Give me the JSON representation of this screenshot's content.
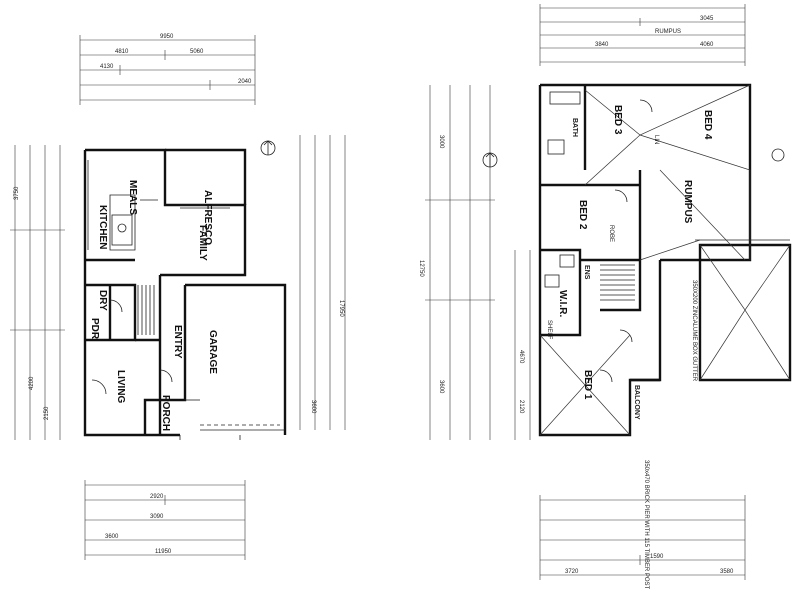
{
  "ground_floor": {
    "rooms": {
      "alfresco": "ALFRESCO",
      "meals": "MEALS",
      "kitchen": "KITCHEN",
      "family": "FAMILY",
      "dry": "DRY",
      "pdr": "PDR",
      "entry": "ENTRY",
      "garage": "GARAGE",
      "living": "LIVING",
      "porch": "PORCH"
    },
    "dimensions": {
      "top_overall": "9950",
      "top_a": "4810",
      "top_b": "5060",
      "top_c": "4130",
      "top_d": "2040",
      "bottom_overall": "11950",
      "bottom_a": "3600",
      "bottom_b": "2920",
      "bottom_c": "3090",
      "left_a": "3750",
      "left_b": "4200",
      "left_c": "2150",
      "right_a": "17950",
      "right_b": "3600"
    }
  },
  "first_floor": {
    "rooms": {
      "bed3": "BED 3",
      "bath": "BATH",
      "bed4": "BED 4",
      "bed2": "BED 2",
      "rumpus": "RUMPUS",
      "wir": "W.I.R.",
      "ens": "ENS",
      "bed1": "BED 1",
      "balcony": "BALCONY",
      "robe": "ROBE",
      "lin": "LIN",
      "shelf": "SHELF"
    },
    "dimensions": {
      "top_overall": "4060",
      "top_a": "3045",
      "top_b": "3840",
      "top_c": "RUMPUS",
      "bottom_overall": "3720",
      "bottom_a": "3580",
      "bottom_b": "1590",
      "left_a": "3000",
      "left_b": "3600",
      "left_c": "12750",
      "right_a": "4670",
      "right_b": "2120"
    },
    "note": "350X200 ZINCALUME BOX GUTTER",
    "pier_note": "350x470 BRICK PIER WITH 115 TIMBER POST"
  },
  "colors": {
    "ink": "#111111",
    "paper": "#ffffff"
  }
}
